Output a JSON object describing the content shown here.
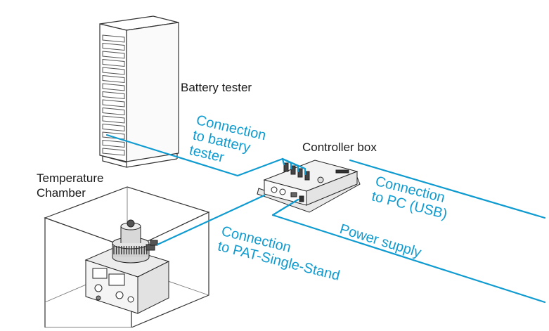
{
  "labels": {
    "battery_tester": "Battery tester",
    "controller_box": "Controller box",
    "temperature_chamber": [
      "Temperature",
      "Chamber"
    ]
  },
  "connections": {
    "battery_tester": [
      "Connection",
      "to battery",
      "tester"
    ],
    "pc_usb": [
      "Connection",
      "to PC (USB)"
    ],
    "power_supply": "Power supply",
    "pat_single_stand": [
      "Connection",
      "to PAT-Single-Stand"
    ]
  },
  "colors": {
    "connection_line": "#0f9bd0",
    "outline": "#333333"
  }
}
